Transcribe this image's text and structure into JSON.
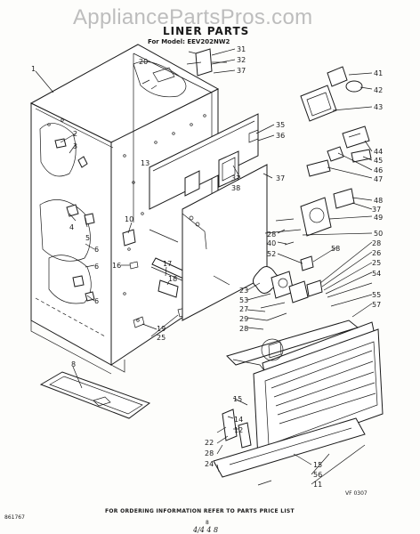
{
  "watermark": "AppliancePartsPros.com",
  "title": "LINER PARTS",
  "model_line": "For Model: EEV202NW2",
  "footer": "FOR ORDERING INFORMATION REFER TO PARTS PRICE LIST",
  "code_left": "861767",
  "code_right": "VF 0307",
  "page_number": "8",
  "scribble": "4/4  4  8",
  "callouts": [
    {
      "id": "1",
      "label": "1"
    },
    {
      "id": "2",
      "label": "2"
    },
    {
      "id": "3",
      "label": "3"
    },
    {
      "id": "4",
      "label": "4"
    },
    {
      "id": "5",
      "label": "5"
    },
    {
      "id": "6",
      "label": "6"
    },
    {
      "id": "6b",
      "label": "6"
    },
    {
      "id": "6c",
      "label": "6"
    },
    {
      "id": "8",
      "label": "8"
    },
    {
      "id": "10",
      "label": "10"
    },
    {
      "id": "11",
      "label": "11"
    },
    {
      "id": "12",
      "label": "12"
    },
    {
      "id": "13",
      "label": "13"
    },
    {
      "id": "14",
      "label": "14"
    },
    {
      "id": "15",
      "label": "15"
    },
    {
      "id": "15b",
      "label": "15"
    },
    {
      "id": "16",
      "label": "16"
    },
    {
      "id": "17",
      "label": "17"
    },
    {
      "id": "18",
      "label": "18"
    },
    {
      "id": "19",
      "label": "19"
    },
    {
      "id": "20",
      "label": "20"
    },
    {
      "id": "22",
      "label": "22"
    },
    {
      "id": "23",
      "label": "23"
    },
    {
      "id": "24",
      "label": "24"
    },
    {
      "id": "25",
      "label": "25"
    },
    {
      "id": "25b",
      "label": "25"
    },
    {
      "id": "26",
      "label": "26"
    },
    {
      "id": "27",
      "label": "27"
    },
    {
      "id": "28a",
      "label": "28"
    },
    {
      "id": "28b",
      "label": "28"
    },
    {
      "id": "28c",
      "label": "28"
    },
    {
      "id": "28d",
      "label": "28"
    },
    {
      "id": "29",
      "label": "29"
    },
    {
      "id": "31",
      "label": "31"
    },
    {
      "id": "32",
      "label": "32"
    },
    {
      "id": "35",
      "label": "35"
    },
    {
      "id": "36",
      "label": "36"
    },
    {
      "id": "37a",
      "label": "37"
    },
    {
      "id": "37b",
      "label": "37"
    },
    {
      "id": "37c",
      "label": "37"
    },
    {
      "id": "37d",
      "label": "37"
    },
    {
      "id": "38",
      "label": "38"
    },
    {
      "id": "40",
      "label": "40"
    },
    {
      "id": "41",
      "label": "41"
    },
    {
      "id": "42",
      "label": "42"
    },
    {
      "id": "43",
      "label": "43"
    },
    {
      "id": "44",
      "label": "44"
    },
    {
      "id": "45",
      "label": "45"
    },
    {
      "id": "46",
      "label": "46"
    },
    {
      "id": "47",
      "label": "47"
    },
    {
      "id": "48",
      "label": "48"
    },
    {
      "id": "49",
      "label": "49"
    },
    {
      "id": "50",
      "label": "50"
    },
    {
      "id": "52",
      "label": "52"
    },
    {
      "id": "53",
      "label": "53"
    },
    {
      "id": "54",
      "label": "54"
    },
    {
      "id": "55",
      "label": "55"
    },
    {
      "id": "56",
      "label": "56"
    },
    {
      "id": "57",
      "label": "57"
    },
    {
      "id": "58",
      "label": "58"
    }
  ]
}
